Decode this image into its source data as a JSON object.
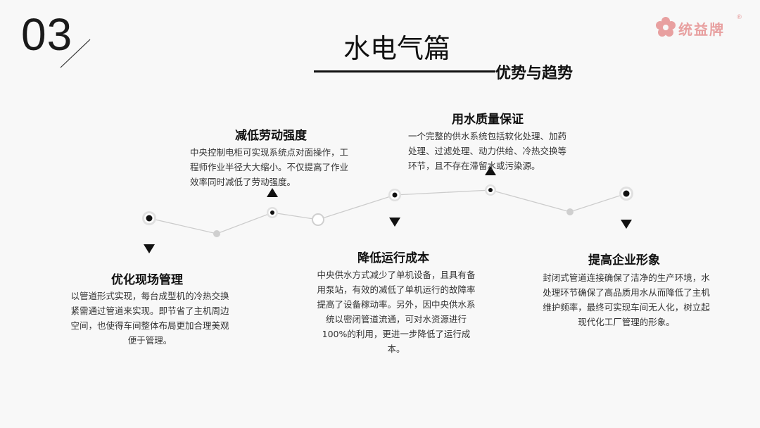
{
  "header": {
    "section_number": "03",
    "title": "水电气篇",
    "subtitle": "优势与趋势"
  },
  "logo": {
    "text": "统益牌",
    "reg": "®"
  },
  "items": [
    {
      "title": "优化现场管理",
      "desc": "以管道形式实现，每台成型机的冷热交换紧需通过管道来实现。即节省了主机周边空间，也使得车间整体布局更加合理美观便于管理。"
    },
    {
      "title": "减低劳动强度",
      "desc": "中央控制电柜可实现系统点对面操作，工程师作业半径大大缩小。不仅提高了作业效率同时减低了劳动强度。"
    },
    {
      "title": "降低运行成本",
      "desc": "中央供水方式减少了单机设备，且具有备用泵站，有效的减低了单机运行的故障率提高了设备稼动率。另外，因中央供水系统以密闭管道流通，可对水资源进行100%的利用，更进一步降低了运行成本。"
    },
    {
      "title": "用水质量保证",
      "desc": "一个完整的供水系统包括软化处理、加药处理、过滤处理、动力供给、冷热交换等环节，且不存在滞留水或污染源。"
    },
    {
      "title": "提高企业形象",
      "desc": "封闭式管道连接确保了洁净的生产环境，水处理环节确保了高品质用水从而降低了主机维护频率，最终可实现车间无人化，树立起现代化工厂管理的形象。"
    }
  ]
}
